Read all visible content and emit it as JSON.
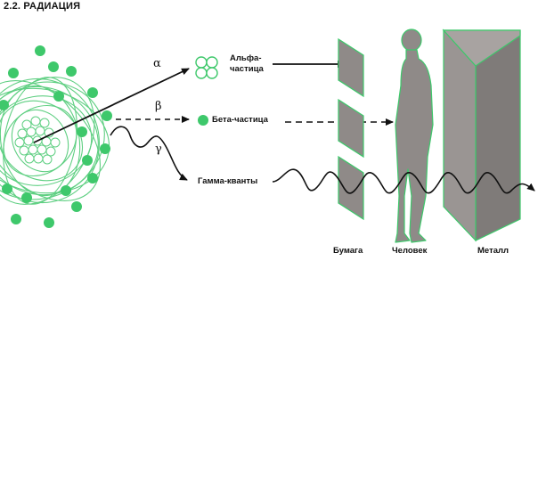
{
  "title": "2.2. РАДИАЦИЯ",
  "particles": {
    "alpha": {
      "symbol": "α",
      "label_line1": "Альфа-",
      "label_line2": "частица"
    },
    "beta": {
      "symbol": "β",
      "label": "Бета-частица"
    },
    "gamma": {
      "symbol": "γ",
      "label": "Гамма-кванты"
    }
  },
  "barriers": {
    "paper": "Бумага",
    "human": "Человек",
    "metal": "Металл"
  },
  "colors": {
    "particle_green": "#3ec86b",
    "orbit_green": "#5fcf82",
    "barrier_gray": "#8f8a88",
    "metal_gray": "#7f7b79",
    "line": "#111111"
  }
}
